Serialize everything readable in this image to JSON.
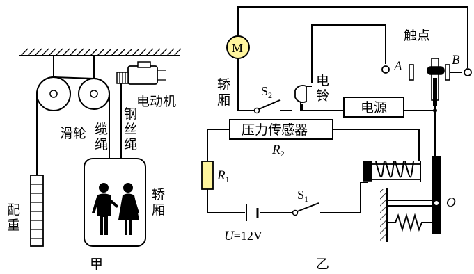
{
  "figure_jia": {
    "caption": "甲",
    "pulley_label": "滑轮",
    "cable_label": [
      "缆",
      "绳"
    ],
    "wire_rope_label": [
      "钢",
      "丝",
      "绳"
    ],
    "motor_label": "电动机",
    "car_label": [
      "轿",
      "厢"
    ],
    "counterweight_label": [
      "配",
      "重"
    ]
  },
  "figure_yi": {
    "caption": "乙",
    "motor_symbol": "M",
    "car_label": [
      "轿",
      "厢"
    ],
    "switch_s2": {
      "letter": "S",
      "sub": "2"
    },
    "bell_label": [
      "电",
      "铃"
    ],
    "contact_label": "触点",
    "contact_a": "A",
    "contact_b": "B",
    "power_label": "电源",
    "sensor_label": "压力传感器",
    "r2": {
      "letter": "R",
      "sub": "2"
    },
    "r1": {
      "letter": "R",
      "sub": "1"
    },
    "switch_s1": {
      "letter": "S",
      "sub": "1"
    },
    "pivot_label": "O",
    "voltage": {
      "symbol": "U",
      "value": "=12V"
    }
  }
}
